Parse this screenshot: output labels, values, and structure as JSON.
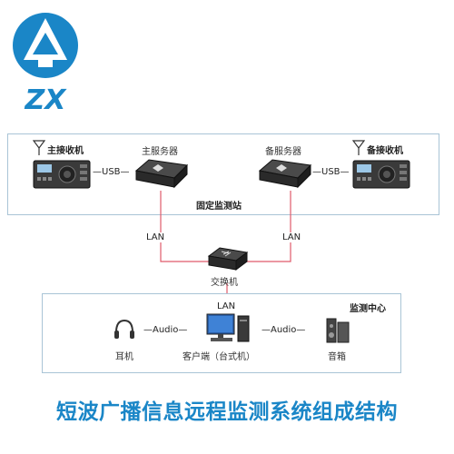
{
  "logo": {
    "text": "ZX",
    "color": "#1a86c7"
  },
  "station": {
    "frame_title": "固定监测站",
    "main_receiver": "主接收机",
    "backup_receiver": "备接收机",
    "main_server": "主服务器",
    "backup_server": "备服务器",
    "usb_left": "—USB—",
    "usb_right": "—USB—"
  },
  "network": {
    "lan_left": "LAN",
    "lan_right": "LAN",
    "lan_center": "LAN",
    "switch": "交换机"
  },
  "center": {
    "frame_title": "监测中心",
    "headphones": "耳机",
    "client": "客户端（台式机）",
    "speaker": "音箱",
    "audio_left": "—Audio—",
    "audio_right": "—Audio—"
  },
  "footer": {
    "title": "短波广播信息远程监测系统组成结构"
  },
  "colors": {
    "lan_line": "#e05a6a",
    "frame_border": "#a9c4d6",
    "accent": "#1a86c7"
  }
}
